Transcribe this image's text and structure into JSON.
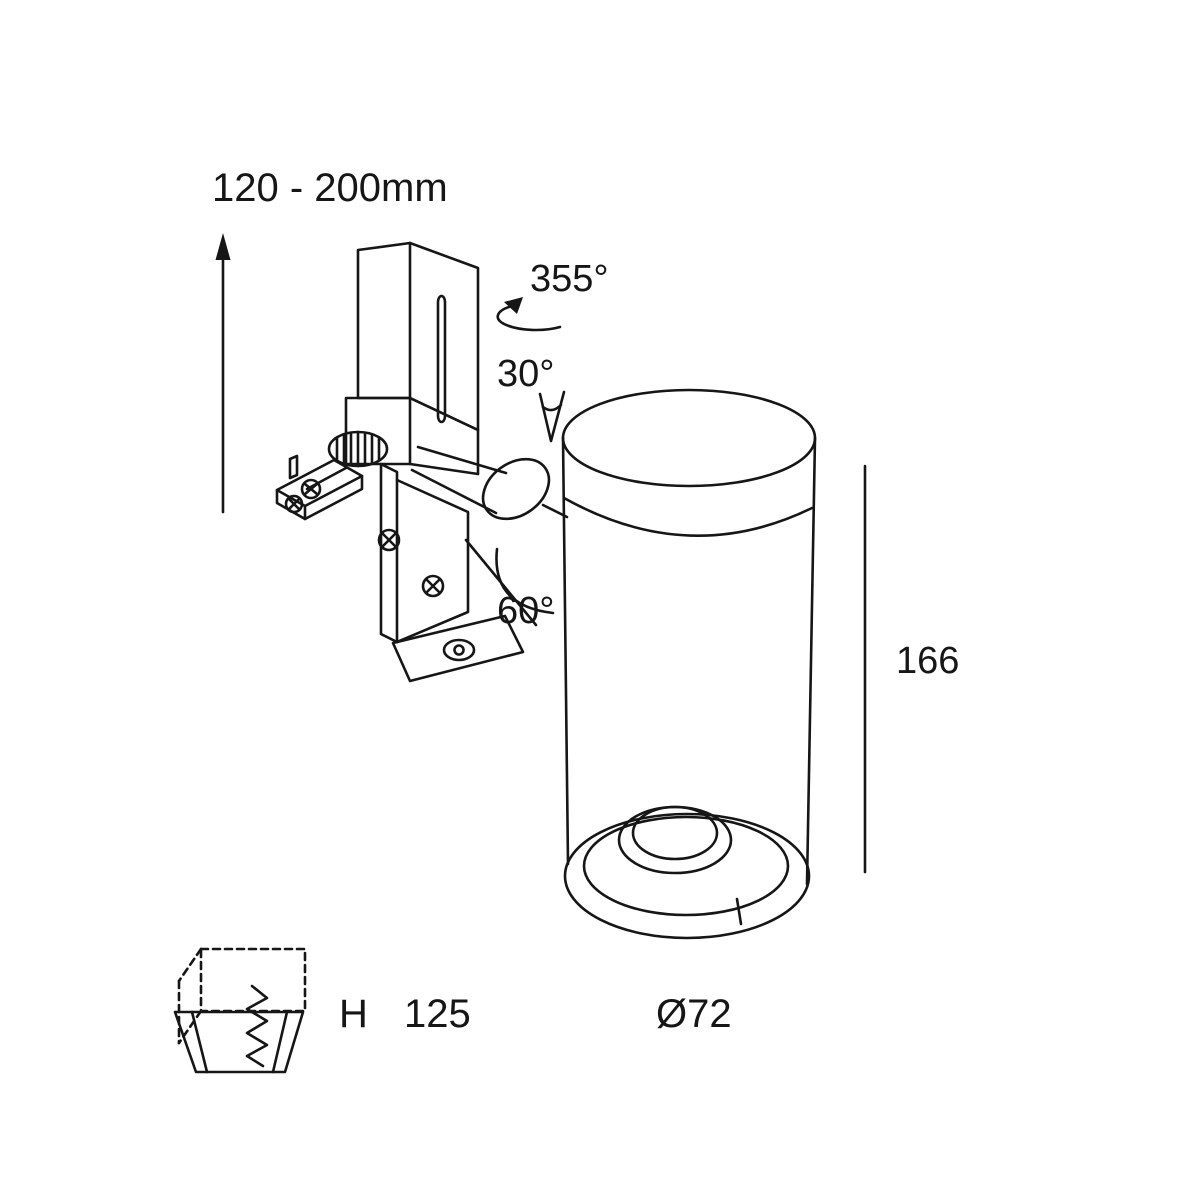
{
  "diagram": {
    "name": "spotlight-dimension-drawing",
    "labels": {
      "mount_range": "120 - 200mm",
      "rotation_angle": "355°",
      "tilt_angle": "30°",
      "swivel_angle": "60°",
      "body_height": "166",
      "recess_label": "H",
      "recess_value": "125",
      "diameter": "Ø72"
    },
    "colors": {
      "line": "#161616",
      "background": "#ffffff"
    }
  }
}
